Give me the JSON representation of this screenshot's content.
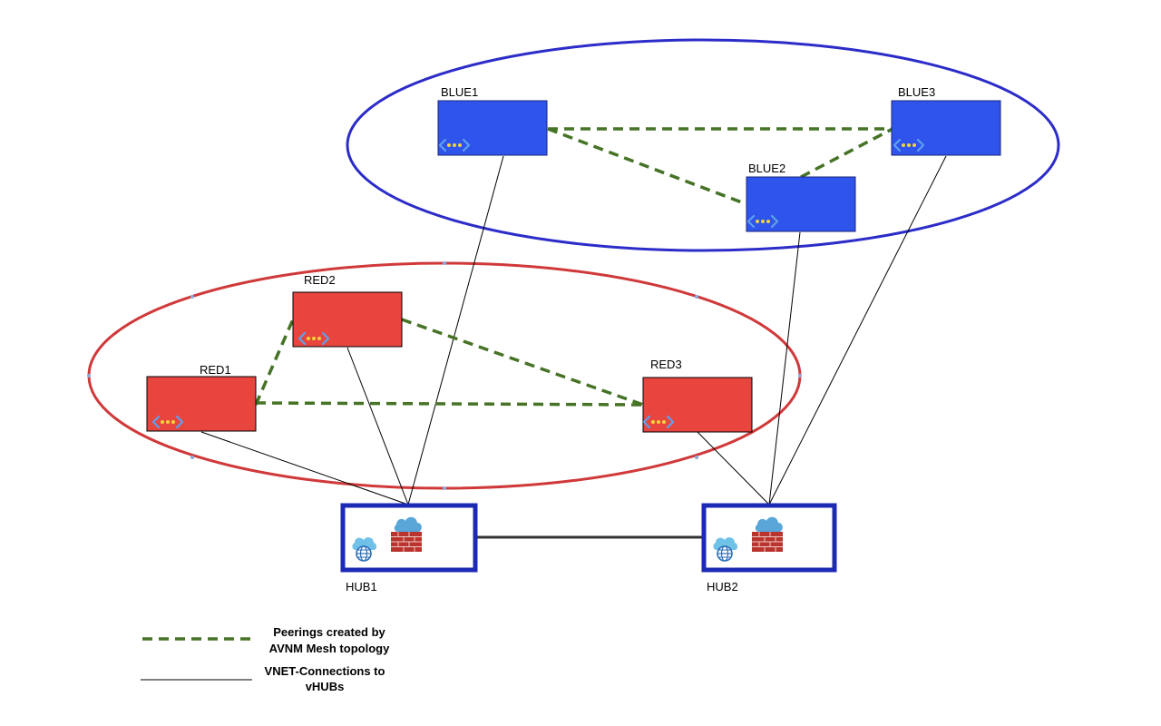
{
  "colors": {
    "blue_group": "#2c2cc9",
    "blue_vnet": "#2f54eb",
    "red_group": "#d0393a",
    "red_vnet": "#e8453f",
    "peering": "#467326",
    "hub_border": "#1c2ab4",
    "connection": "#000000",
    "hub_link": "#333333"
  },
  "vnets": {
    "blue1": {
      "label": "BLUE1"
    },
    "blue2": {
      "label": "BLUE2"
    },
    "blue3": {
      "label": "BLUE3"
    },
    "red1": {
      "label": "RED1"
    },
    "red2": {
      "label": "RED2"
    },
    "red3": {
      "label": "RED3"
    }
  },
  "hubs": {
    "hub1": {
      "label": "HUB1"
    },
    "hub2": {
      "label": "HUB2"
    }
  },
  "legend": {
    "peering_line1": "Peerings created by",
    "peering_line2": "AVNM Mesh topology",
    "connection_line1": "VNET-Connections to",
    "connection_line2": "vHUBs"
  }
}
